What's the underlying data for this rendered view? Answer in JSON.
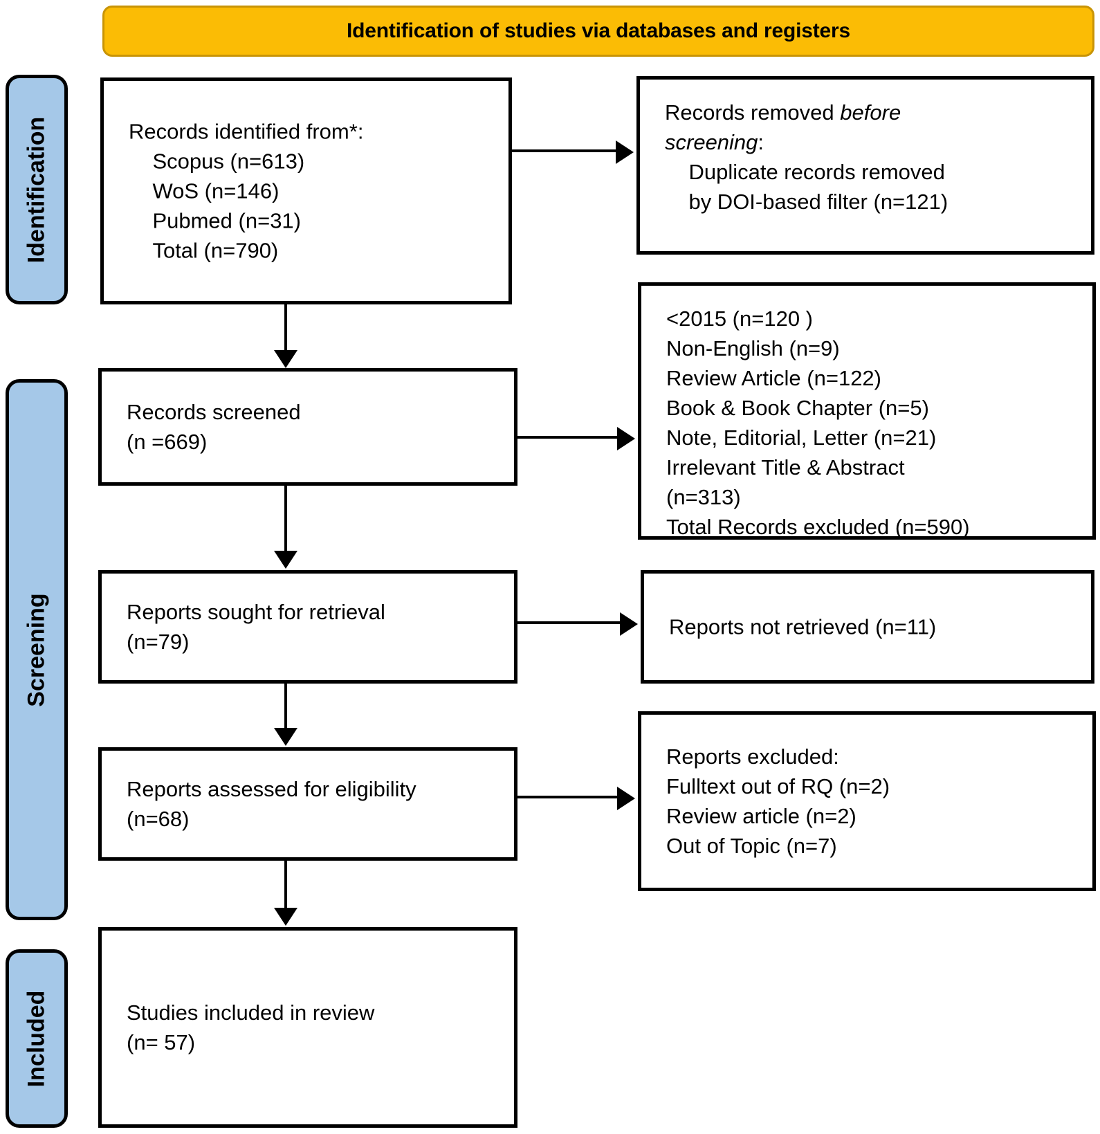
{
  "header": {
    "title": "Identification of studies via databases and registers",
    "fill_color": "#FBBC05",
    "border_color": "#C89406"
  },
  "stages": {
    "fill_color": "#A5C8E8",
    "identification": "Identification",
    "screening": "Screening",
    "included": "Included"
  },
  "boxes": {
    "records_identified": {
      "text": "Records identified from*:\n    Scopus (n=613)\n    WoS (n=146)\n    Pubmed (n=31)\n    Total (n=790)"
    },
    "records_removed": {
      "line1_a": "Records removed ",
      "line1_b": "before",
      "line2_a": "screening",
      "line2_b": ":",
      "line3": "    Duplicate records removed\n    by DOI-based filter (n=121)"
    },
    "records_screened": {
      "text": "Records screened\n(n =669)"
    },
    "records_excluded_screening": {
      "text": "<2015 (n=120 )\nNon-English (n=9)\nReview Article (n=122)\nBook & Book Chapter (n=5)\nNote, Editorial, Letter (n=21)\nIrrelevant Title & Abstract\n(n=313)\nTotal Records excluded (n=590)"
    },
    "reports_sought": {
      "text": "Reports sought for retrieval\n(n=79)"
    },
    "reports_not_retrieved": {
      "text": "Reports not retrieved (n=11)"
    },
    "reports_assessed": {
      "text": "Reports assessed for eligibility\n(n=68)"
    },
    "reports_excluded": {
      "text": "Reports excluded:\nFulltext out of RQ (n=2)\nReview article (n=2)\nOut of Topic (n=7)"
    },
    "studies_included": {
      "text": "Studies included in review\n(n= 57)"
    }
  },
  "chart_data": {
    "type": "diagram",
    "diagram_kind": "PRISMA 2020 flow diagram",
    "title": "Identification of studies via databases and registers",
    "stages": [
      "Identification",
      "Screening",
      "Included"
    ],
    "nodes": [
      {
        "id": "records_identified",
        "stage": "Identification",
        "column": "left",
        "label": "Records identified from*",
        "counts": {
          "Scopus": 613,
          "WoS": 146,
          "Pubmed": 31,
          "Total": 790
        }
      },
      {
        "id": "records_removed",
        "stage": "Identification",
        "column": "right",
        "label": "Records removed before screening",
        "counts": {
          "Duplicate records removed by DOI-based filter": 121
        }
      },
      {
        "id": "records_screened",
        "stage": "Screening",
        "column": "left",
        "label": "Records screened",
        "n": 669
      },
      {
        "id": "records_excluded_screening",
        "stage": "Screening",
        "column": "right",
        "label": "Records excluded",
        "counts": {
          "<2015": 120,
          "Non-English": 9,
          "Review Article": 122,
          "Book & Book Chapter": 5,
          "Note, Editorial, Letter": 21,
          "Irrelevant Title & Abstract": 313,
          "Total Records excluded": 590
        }
      },
      {
        "id": "reports_sought",
        "stage": "Screening",
        "column": "left",
        "label": "Reports sought for retrieval",
        "n": 79
      },
      {
        "id": "reports_not_retrieved",
        "stage": "Screening",
        "column": "right",
        "label": "Reports not retrieved",
        "n": 11
      },
      {
        "id": "reports_assessed",
        "stage": "Screening",
        "column": "left",
        "label": "Reports assessed for eligibility",
        "n": 68
      },
      {
        "id": "reports_excluded",
        "stage": "Screening",
        "column": "right",
        "label": "Reports excluded",
        "counts": {
          "Fulltext out of RQ": 2,
          "Review article": 2,
          "Out of Topic": 7
        }
      },
      {
        "id": "studies_included",
        "stage": "Included",
        "column": "left",
        "label": "Studies included in review",
        "n": 57
      }
    ],
    "edges": [
      {
        "from": "records_identified",
        "to": "records_removed",
        "direction": "right"
      },
      {
        "from": "records_identified",
        "to": "records_screened",
        "direction": "down"
      },
      {
        "from": "records_screened",
        "to": "records_excluded_screening",
        "direction": "right"
      },
      {
        "from": "records_screened",
        "to": "reports_sought",
        "direction": "down"
      },
      {
        "from": "reports_sought",
        "to": "reports_not_retrieved",
        "direction": "right"
      },
      {
        "from": "reports_sought",
        "to": "reports_assessed",
        "direction": "down"
      },
      {
        "from": "reports_assessed",
        "to": "reports_excluded",
        "direction": "right"
      },
      {
        "from": "reports_assessed",
        "to": "studies_included",
        "direction": "down"
      }
    ]
  }
}
